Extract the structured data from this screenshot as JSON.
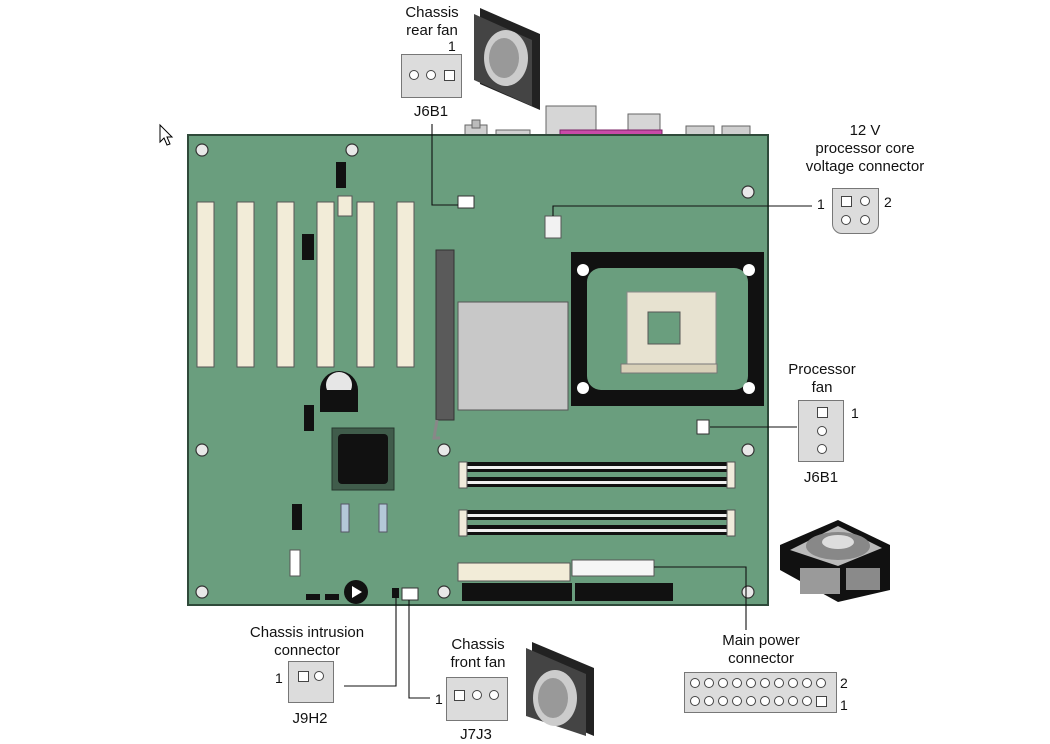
{
  "labels": {
    "rear_fan_title_1": "Chassis",
    "rear_fan_title_2": "rear fan",
    "rear_fan_ref": "J6B1",
    "rear_fan_pin": "1",
    "cpu_power_title_1": "12 V",
    "cpu_power_title_2": "processor core",
    "cpu_power_title_3": "voltage connector",
    "cpu_power_pin1": "1",
    "cpu_power_pin2": "2",
    "cpu_fan_title_1": "Processor",
    "cpu_fan_title_2": "fan",
    "cpu_fan_ref": "J6B1",
    "cpu_fan_pin": "1",
    "intrusion_title_1": "Chassis intrusion",
    "intrusion_title_2": "connector",
    "intrusion_ref": "J9H2",
    "intrusion_pin": "1",
    "front_fan_title_1": "Chassis",
    "front_fan_title_2": "front fan",
    "front_fan_ref": "J7J3",
    "front_fan_pin": "1",
    "main_power_title_1": "Main power",
    "main_power_title_2": "connector",
    "main_power_pin2": "2",
    "main_power_pin1": "1"
  },
  "colors": {
    "board": "#6a9e7e",
    "board_edge": "#2f4a3a",
    "slot": "#f2ecd8",
    "parallel_port": "#c94aa8",
    "chip": "#c8c8c8",
    "socket_frame": "#111111"
  }
}
